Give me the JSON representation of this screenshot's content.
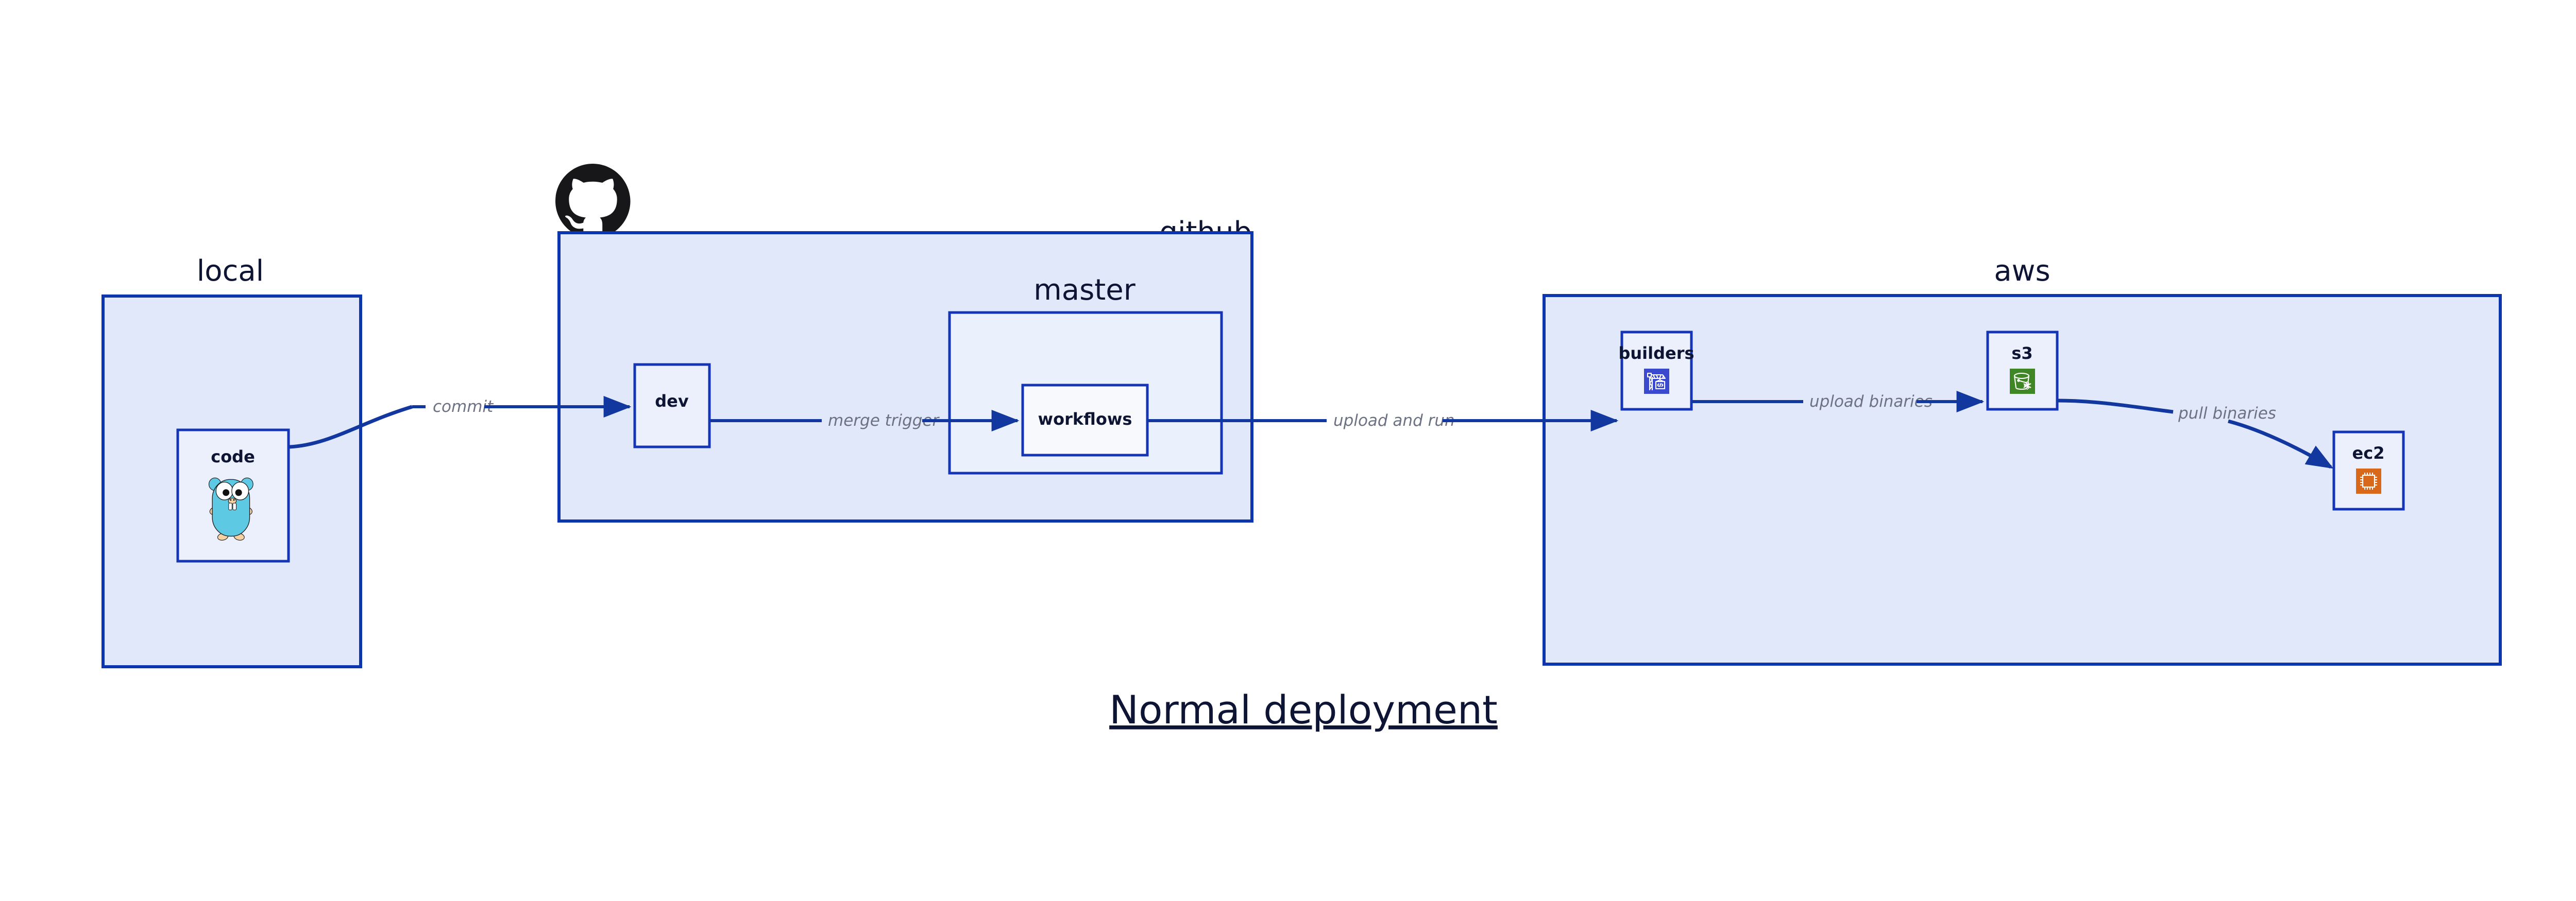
{
  "page": {
    "title": "Normal deployment",
    "background": "#ffffff"
  },
  "colors": {
    "container_fill": "#E1E8FA",
    "container_stroke": "#0D35AD",
    "node_fill": "#EBF0FC",
    "node_stroke": "#1435B5",
    "edge": "#12379E",
    "edge_label": "#6D7283",
    "text": "#0E1433",
    "codebuild_blue": "#3B49CE",
    "s3_green": "#3F8624",
    "ec2_orange": "#D9691A",
    "gopher_cyan": "#5DC9E2",
    "gopher_tan": "#F6D2A2",
    "github_black": "#17171A"
  },
  "groups": [
    {
      "id": "local",
      "label": "local"
    },
    {
      "id": "github",
      "label": "github"
    },
    {
      "id": "master",
      "label": "master"
    },
    {
      "id": "aws",
      "label": "aws"
    }
  ],
  "nodes": [
    {
      "id": "code",
      "label": "code",
      "icon": "go-gopher-icon",
      "group": "local"
    },
    {
      "id": "dev",
      "label": "dev",
      "icon": null,
      "group": "github"
    },
    {
      "id": "workflows",
      "label": "workflows",
      "icon": null,
      "group": "master"
    },
    {
      "id": "builders",
      "label": "builders",
      "icon": "aws-codebuild-icon",
      "group": "aws"
    },
    {
      "id": "s3",
      "label": "s3",
      "icon": "aws-s3-bucket-icon",
      "group": "aws"
    },
    {
      "id": "ec2",
      "label": "ec2",
      "icon": "aws-ec2-chip-icon",
      "group": "aws"
    }
  ],
  "edges": [
    {
      "id": "commit",
      "label": "commit",
      "from": "code",
      "to": "dev"
    },
    {
      "id": "merge-trigger",
      "label": "merge trigger",
      "from": "dev",
      "to": "workflows"
    },
    {
      "id": "upload-and-run",
      "label": "upload and run",
      "from": "workflows",
      "to": "builders"
    },
    {
      "id": "upload-binaries",
      "label": "upload binaries",
      "from": "builders",
      "to": "s3"
    },
    {
      "id": "pull-binaries",
      "label": "pull binaries",
      "from": "s3",
      "to": "ec2"
    }
  ],
  "logos": [
    {
      "id": "github-logo",
      "name": "github-octocat-icon"
    }
  ]
}
